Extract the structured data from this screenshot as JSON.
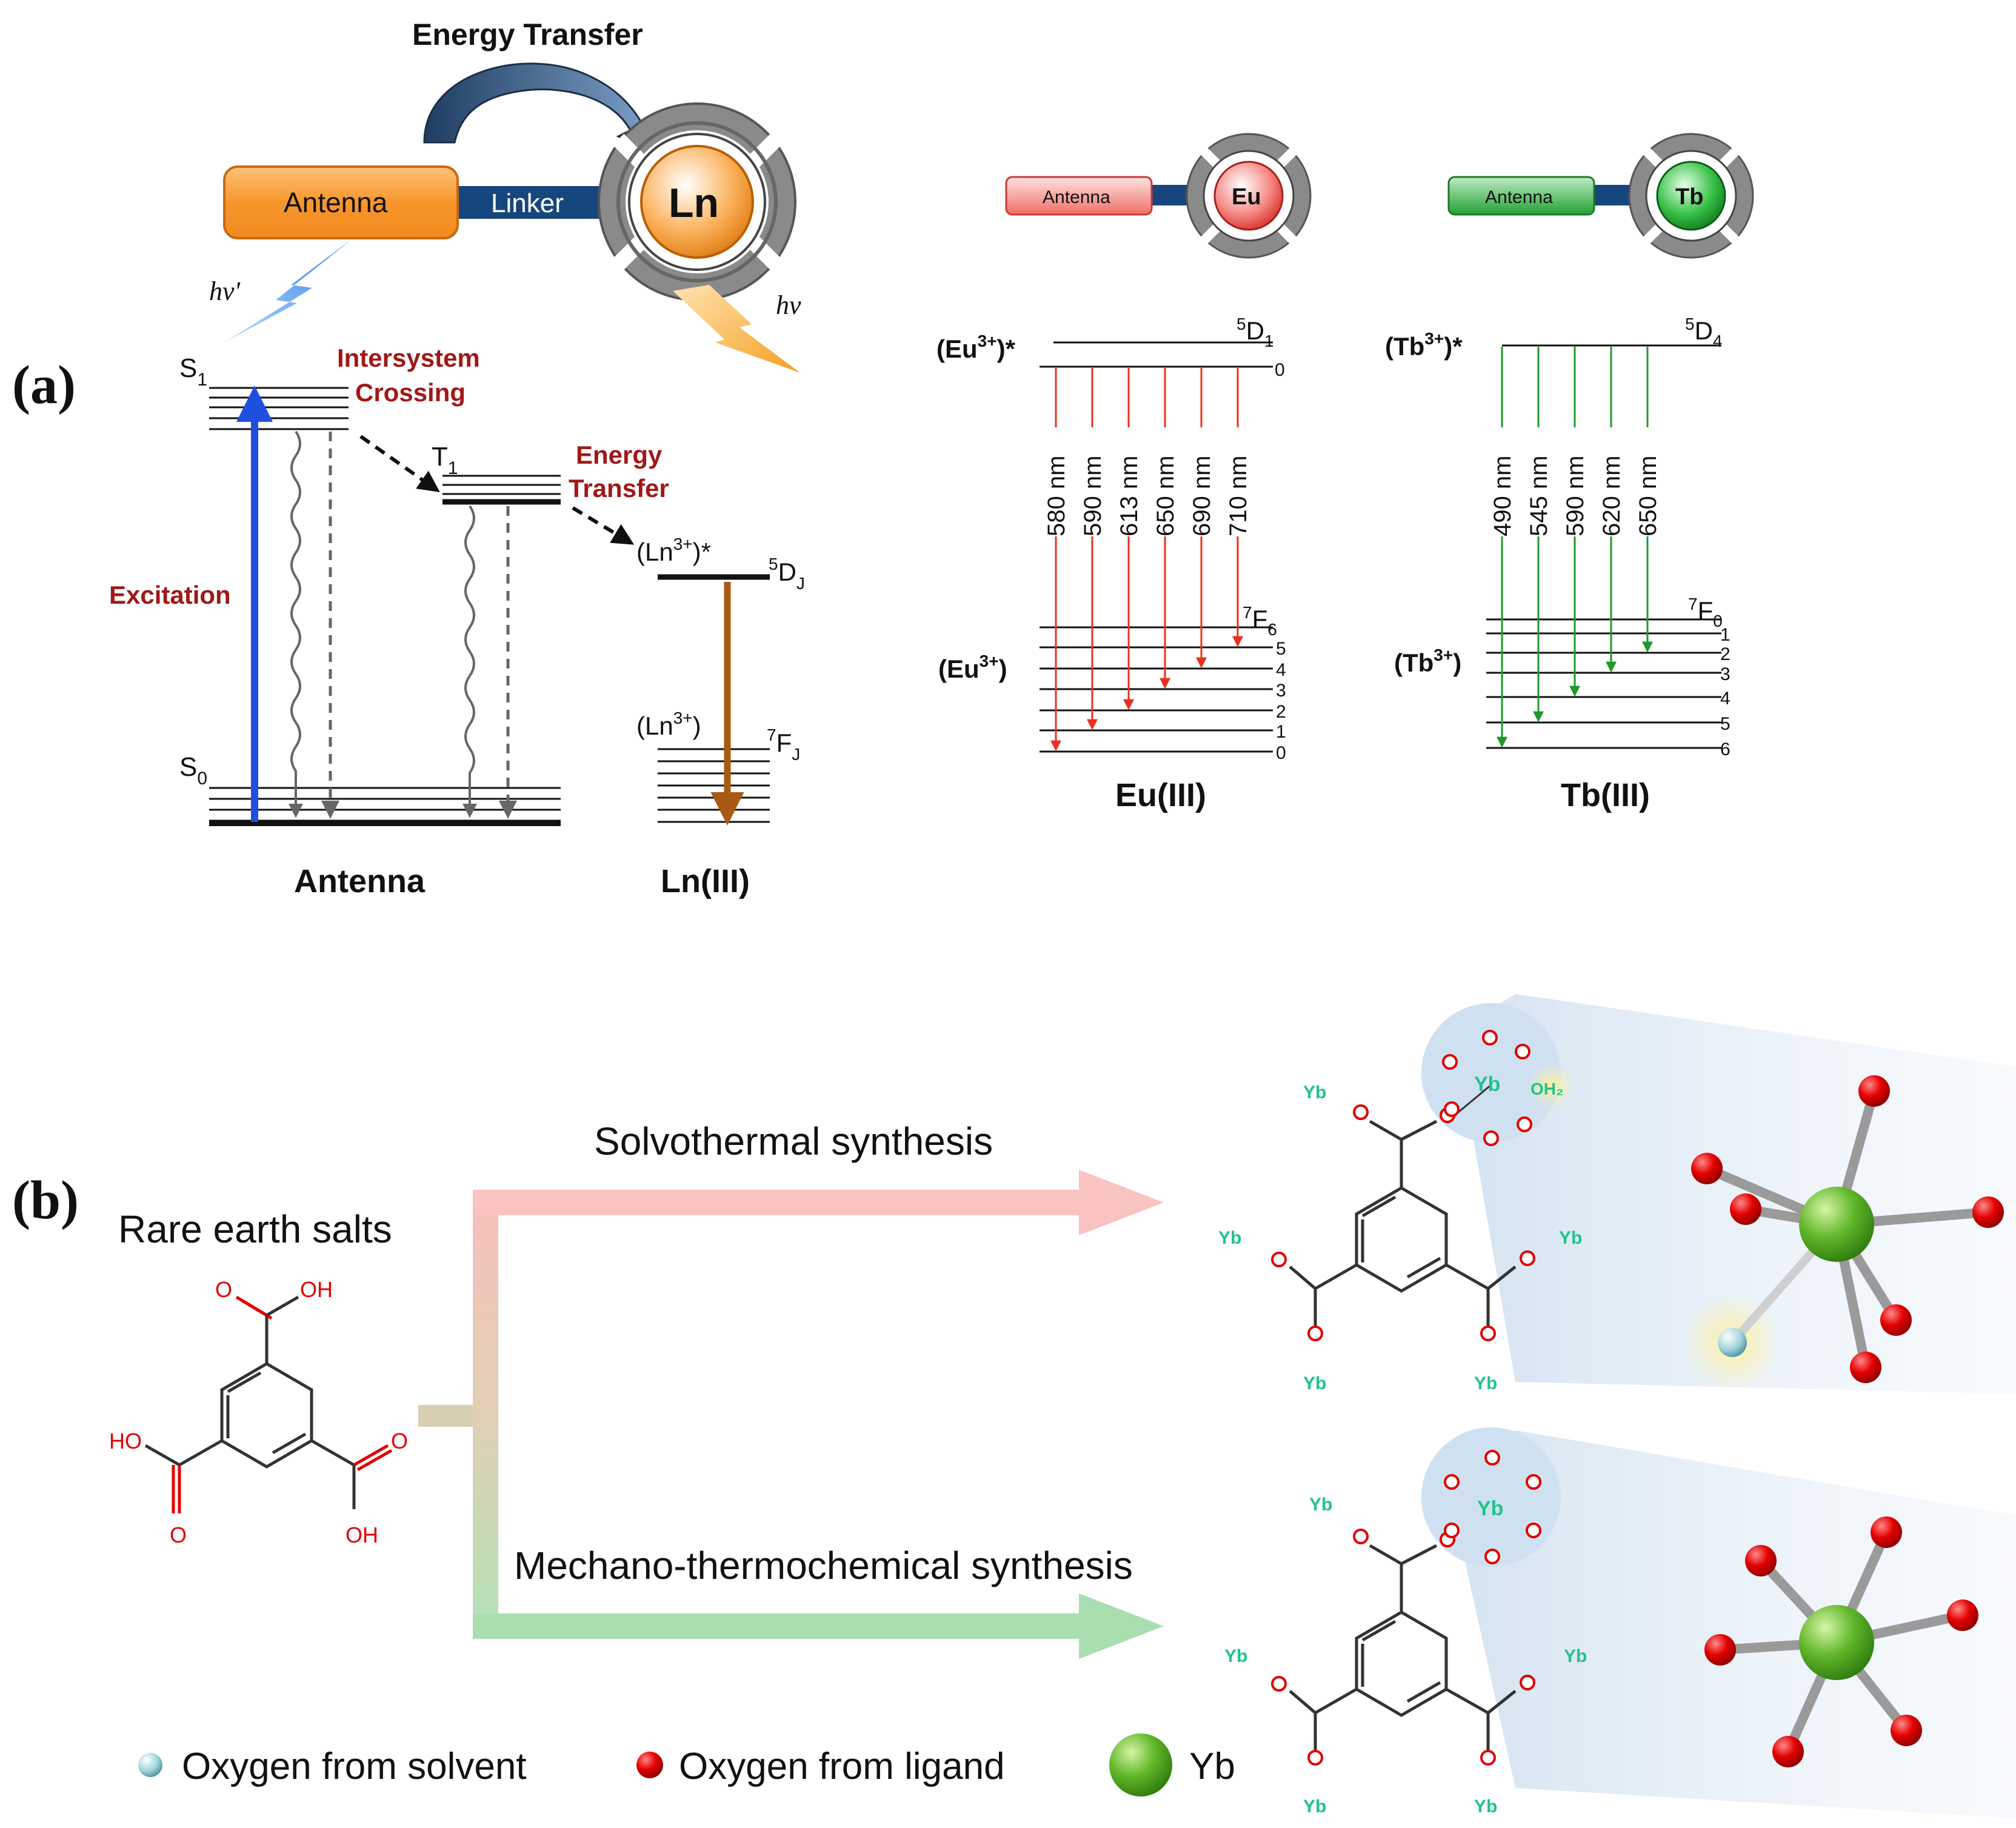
{
  "panel_a": {
    "label": "(a)",
    "top": {
      "energy_transfer": "Energy Transfer",
      "antenna": "Antenna",
      "linker": "Linker",
      "ln": "Ln",
      "hv_in": "hν'",
      "hv_out": "hν"
    },
    "jablonski": {
      "s1": "S",
      "s1_sub": "1",
      "s0": "S",
      "s0_sub": "0",
      "t1": "T",
      "t1_sub": "1",
      "isc_line1": "Intersystem",
      "isc_line2": "Crossing",
      "et_line1": "Energy",
      "et_line2": "Transfer",
      "excitation": "Excitation",
      "ln_excited": "(Ln",
      "ln_excited_sup": "3+",
      "ln_excited_end": ")*",
      "ln_ground": "(Ln",
      "ln_ground_sup": "3+",
      "ln_ground_end": ")",
      "d_j_sup": "5",
      "d_j": "D",
      "d_j_sub": "J",
      "f_j_sup": "7",
      "f_j": "F",
      "f_j_sub": "J",
      "antenna_caption": "Antenna",
      "ln_caption": "Ln(III)"
    },
    "eu": {
      "antenna": "Antenna",
      "ion": "Eu",
      "excited_pre": "(Eu",
      "excited_sup": "3+",
      "excited_post": ")*",
      "ground_pre": "(Eu",
      "ground_sup": "3+",
      "ground_post": ")",
      "upper_sup": "5",
      "upper": "D",
      "upper_sub": "1",
      "upper_zero": "0",
      "lower_sup": "7",
      "lower": "F",
      "lower_sub": "6",
      "levels": [
        "5",
        "4",
        "3",
        "2",
        "1",
        "0"
      ],
      "wavelengths": [
        "580 nm",
        "590 nm",
        "613 nm",
        "650 nm",
        "690 nm",
        "710 nm"
      ],
      "caption": "Eu(III)",
      "color": "#e8321e"
    },
    "tb": {
      "antenna": "Antenna",
      "ion": "Tb",
      "excited_pre": "(Tb",
      "excited_sup": "3+",
      "excited_post": ")*",
      "ground_pre": "(Tb",
      "ground_sup": "3+",
      "ground_post": ")",
      "upper_sup": "5",
      "upper": "D",
      "upper_sub": "4",
      "lower_sup": "7",
      "lower": "F",
      "lower_sub": "0",
      "levels": [
        "1",
        "2",
        "3",
        "4",
        "5",
        "6"
      ],
      "wavelengths": [
        "490 nm",
        "545 nm",
        "590 nm",
        "620 nm",
        "650 nm"
      ],
      "caption": "Tb(III)",
      "color": "#1e9a2a"
    }
  },
  "panel_b": {
    "label": "(b)",
    "rare_earth": "Rare earth salts",
    "solvothermal": "Solvothermal synthesis",
    "mechano": "Mechano-thermochemical synthesis",
    "ligand": {
      "oh": "OH",
      "ho": "HO",
      "o": "O"
    },
    "mof": {
      "yb": "Yb",
      "o": "O",
      "oh2": "OH₂"
    },
    "legend": {
      "solvent": "Oxygen from solvent",
      "ligand": "Oxygen from ligand",
      "yb": "Yb"
    },
    "colors": {
      "pink_arrow": "#f8c3c0",
      "green_arrow": "#a9deb1",
      "oxygen": "#e10000",
      "yb": "#4ca81f",
      "yb_label": "#20c48a",
      "solvent_o": "#8ccbd6"
    }
  }
}
